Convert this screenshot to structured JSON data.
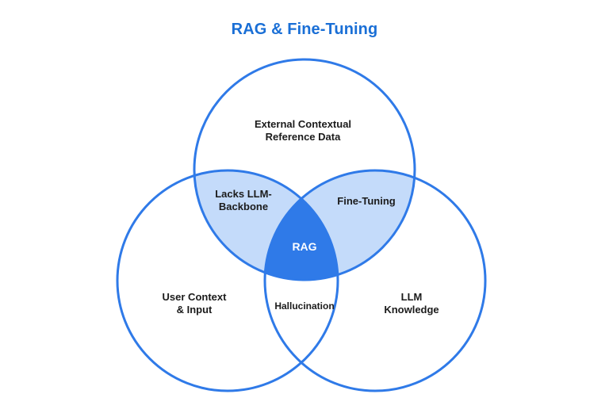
{
  "title": "RAG & Fine-Tuning",
  "colors": {
    "accent": "#2f7ae8",
    "title": "#1a6fd6",
    "light_fill": "#c4dbfa",
    "center_fill": "#2f7ae8",
    "text": "#1b1b1b"
  },
  "regions": {
    "top": [
      "External Contextual",
      "Reference Data"
    ],
    "left": [
      "User Context",
      "& Input"
    ],
    "right": [
      "LLM",
      "Knowledge"
    ],
    "top_left": [
      "Lacks LLM-",
      "Backbone"
    ],
    "top_right": [
      "Fine-Tuning"
    ],
    "bottom": [
      "Hallucination"
    ],
    "center": [
      "RAG"
    ]
  }
}
